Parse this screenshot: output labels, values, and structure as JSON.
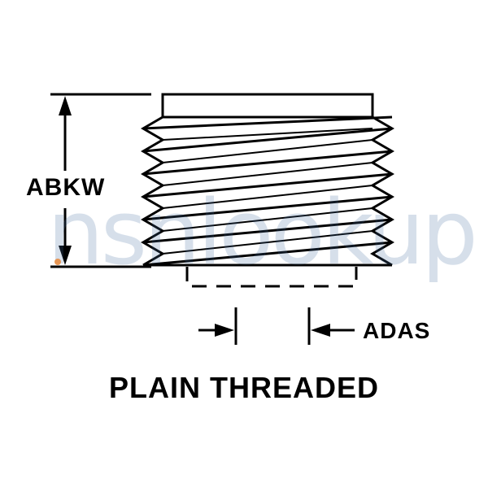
{
  "diagram": {
    "caption": "PLAIN THREADED",
    "dimension_height_label": "ABKW",
    "dimension_width_label": "ADAS",
    "watermark": "nsnlookup",
    "colors": {
      "line": "#000000",
      "background": "#ffffff",
      "watermark": "#466ea0",
      "watermark_dot": "#e8883a"
    }
  }
}
